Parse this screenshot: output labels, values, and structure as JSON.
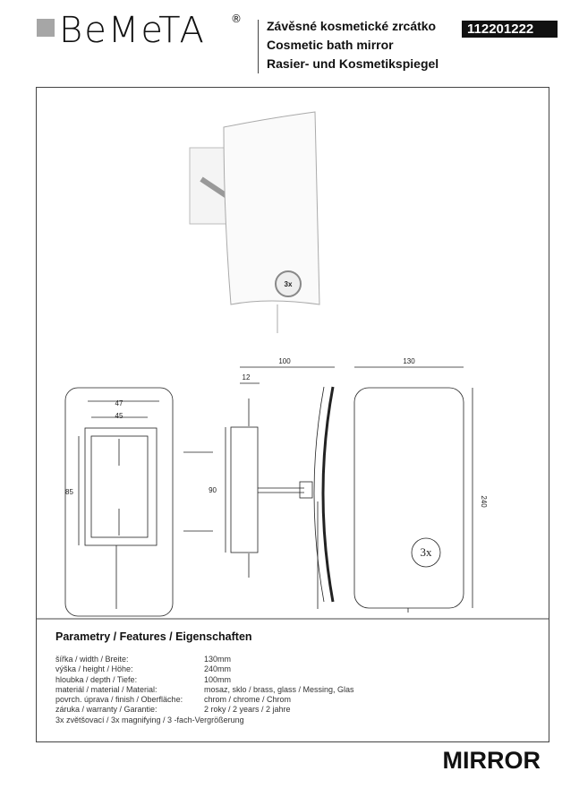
{
  "brand": {
    "logo": "BeMeTA",
    "registered": "®"
  },
  "header": {
    "title_cz": "Závěsné kosmetické zrcátko",
    "title_en": "Cosmetic bath mirror",
    "title_de": "Rasier- und Kosmetikspiegel",
    "code": "112201222"
  },
  "drawing": {
    "dims": {
      "depth": "100",
      "offset": "12",
      "width": "130",
      "height": "240",
      "plate_outer": "47",
      "plate_inner": "45",
      "plate_height": "85",
      "bracket_height": "90"
    },
    "magnify_badge": "3x"
  },
  "features": {
    "heading": "Parametry / Features / Eigenschaften",
    "rows": [
      {
        "k": "šířka / width / Breite:",
        "v": "130mm"
      },
      {
        "k": "výška / height / Höhe:",
        "v": "240mm"
      },
      {
        "k": "hloubka / depth / Tiefe:",
        "v": "100mm"
      },
      {
        "k": "materiál / material / Material:",
        "v": "mosaz, sklo / brass, glass / Messing, Glas"
      },
      {
        "k": "povrch. úprava / finish / Oberfläche:",
        "v": "chrom / chrome / Chrom"
      },
      {
        "k": "záruka / warranty / Garantie:",
        "v": "2 roky / 2 years / 2 jahre"
      }
    ],
    "note": "3x zvětšovací / 3x magnifying / 3 -fach-Vergrößerung"
  },
  "category": "MIRROR"
}
